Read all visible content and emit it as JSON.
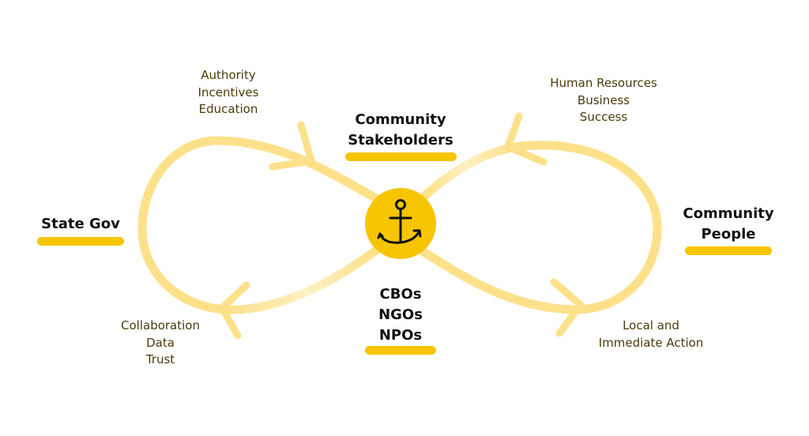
{
  "nodes": {
    "state_gov": {
      "lines": [
        "State Gov"
      ]
    },
    "stakeholders": {
      "lines": [
        "Community",
        "Stakeholders"
      ]
    },
    "community_people": {
      "lines": [
        "Community",
        "People"
      ]
    },
    "center_orgs": {
      "lines": [
        "CBOs",
        "NGOs",
        "NPOs"
      ]
    }
  },
  "flows": {
    "top_left": [
      "Authority",
      "Incentives",
      "Education"
    ],
    "top_right": [
      "Human Resources",
      "Business",
      "Success"
    ],
    "bottom_left": [
      "Collaboration",
      "Data",
      "Trust"
    ],
    "bottom_right": [
      "Local and",
      "Immediate Action"
    ]
  },
  "center_icon": "anchor-icon",
  "colors": {
    "loop": "#fde18a",
    "loop_faded": "#fdf0c4",
    "accent": "#f7c500",
    "node_text": "#111111",
    "flow_text": "#4a3a0c"
  }
}
